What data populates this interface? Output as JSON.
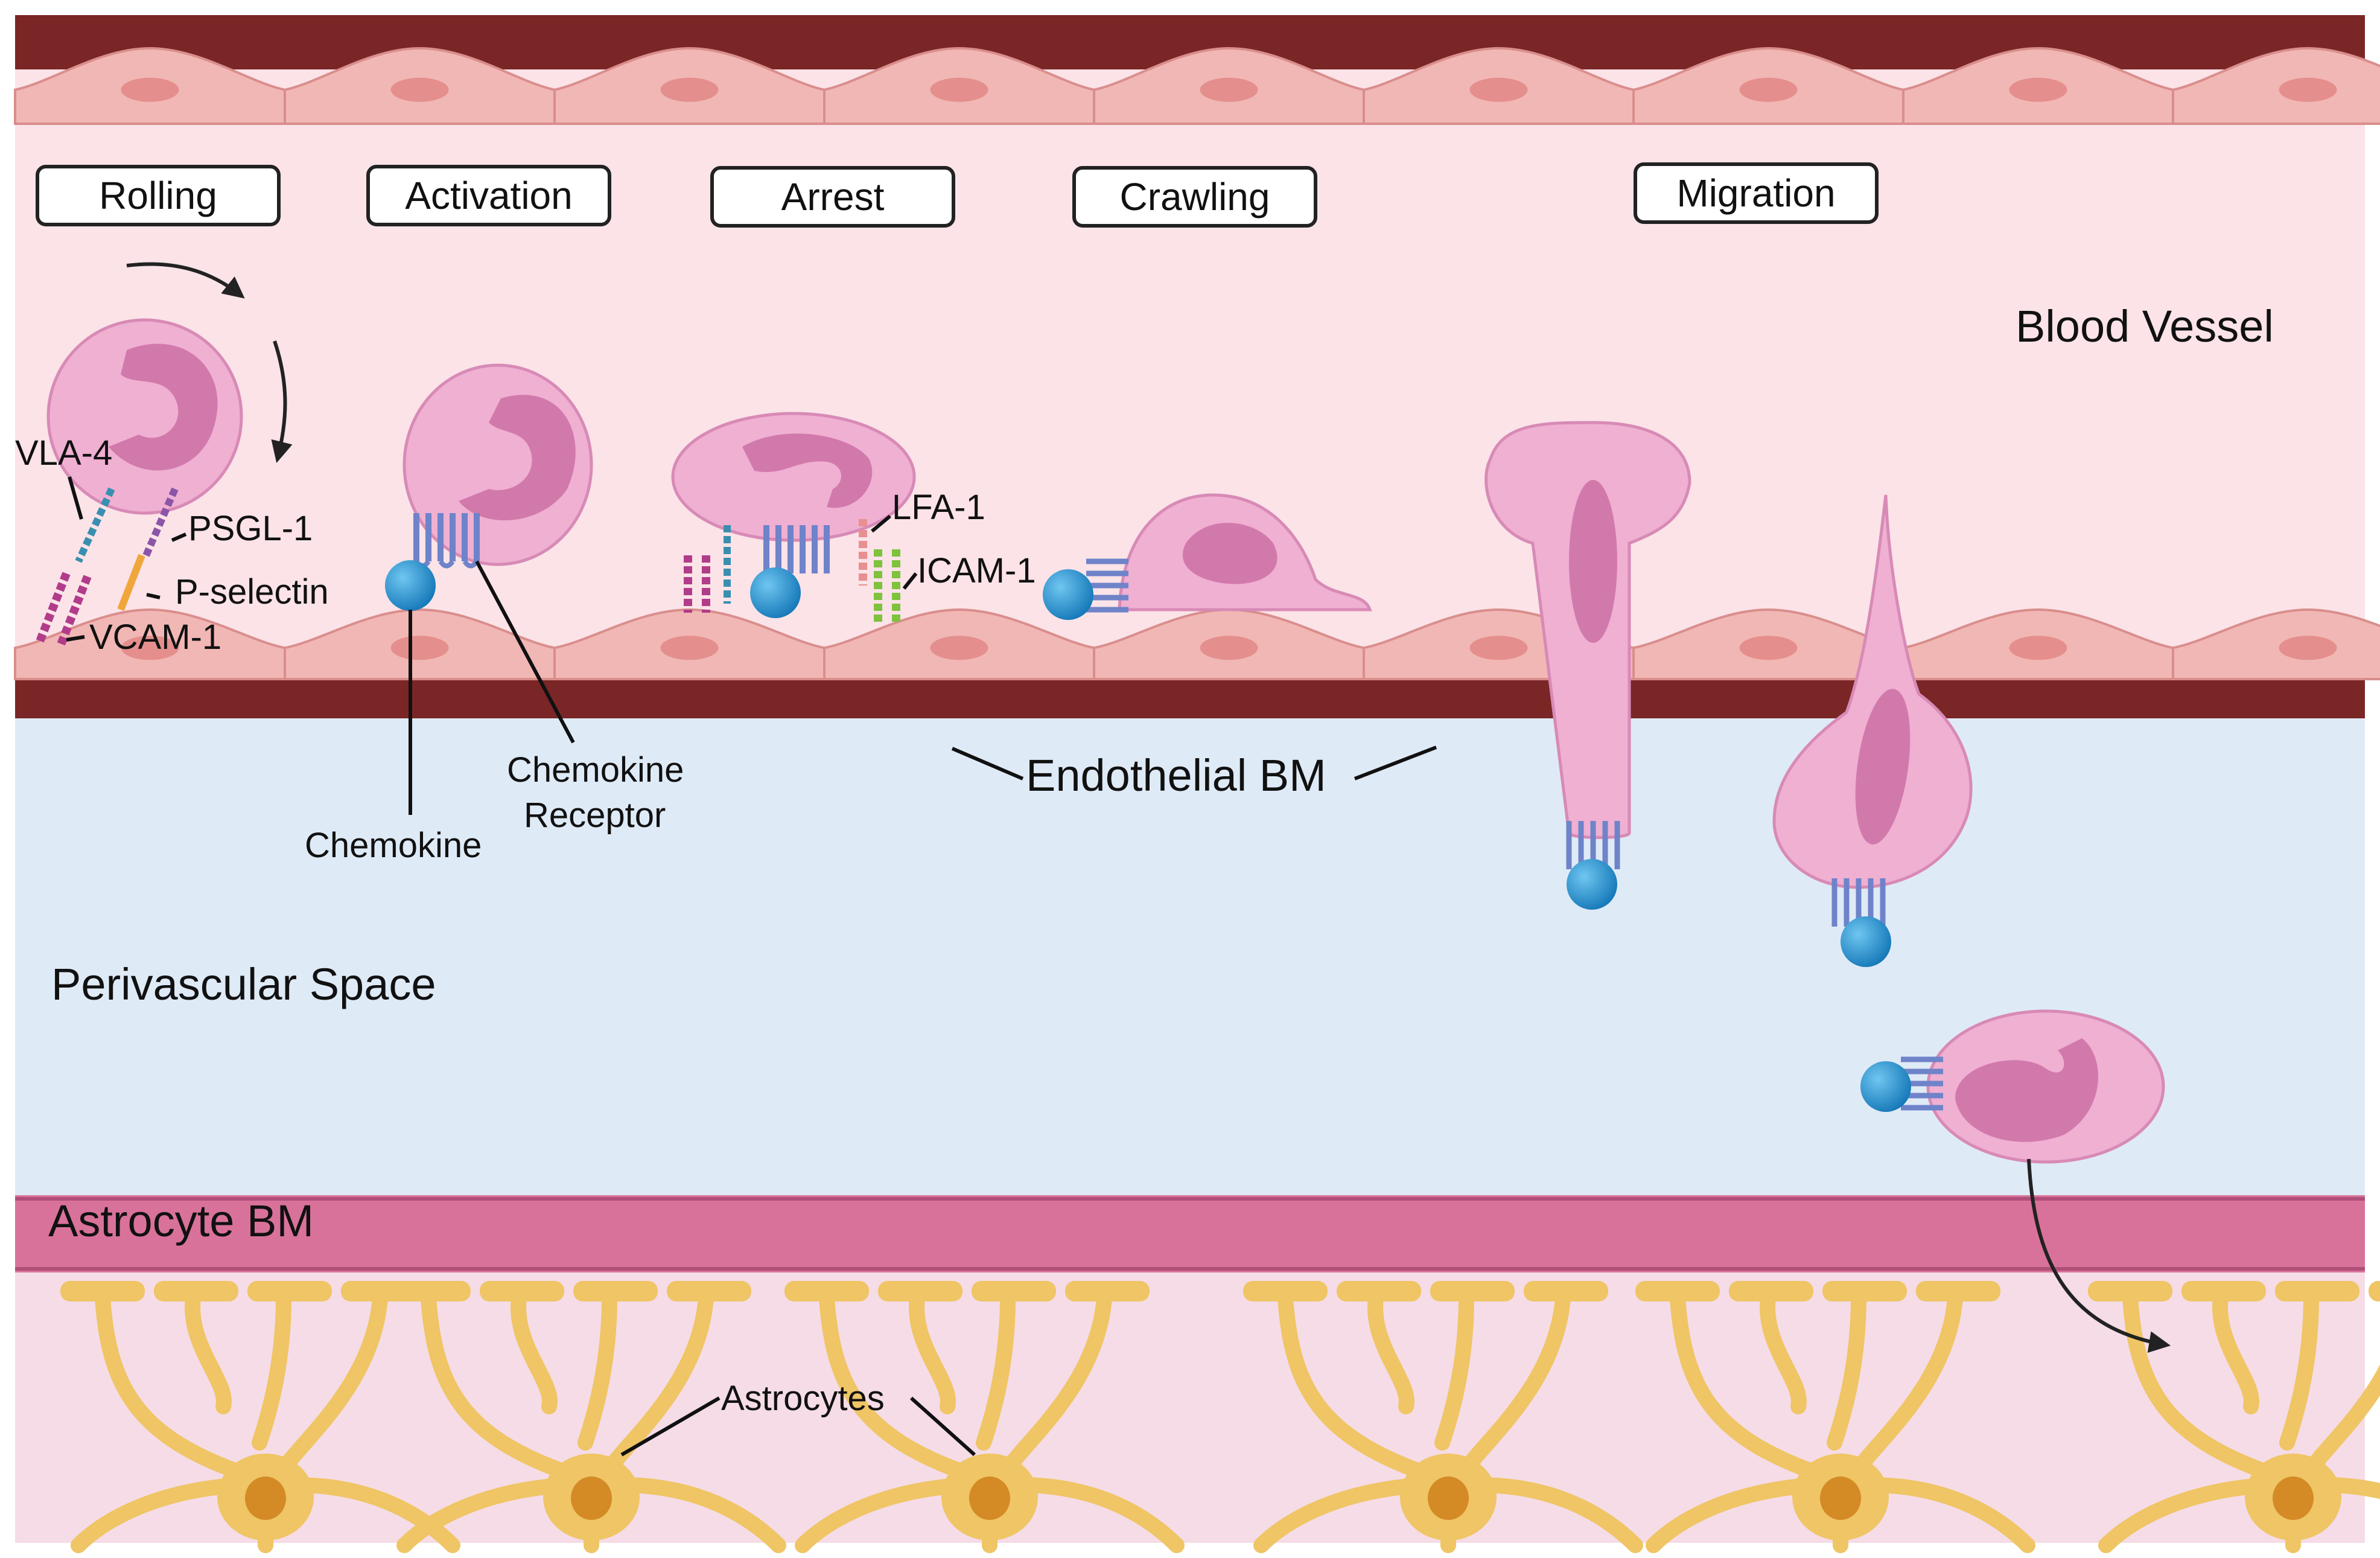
{
  "stages": [
    "Rolling",
    "Activation",
    "Arrest",
    "Crawling",
    "Migration"
  ],
  "regions": {
    "blood_vessel": "Blood Vessel",
    "endothelial_bm": "Endothelial BM",
    "perivascular": "Perivascular Space",
    "astrocyte_bm": "Astrocyte BM",
    "astrocytes": "Astrocytes"
  },
  "molecules": {
    "vla4": "VLA-4",
    "psgl1": "PSGL-1",
    "pselectin": "P-selectin",
    "vcam1": "VCAM-1",
    "lfa1": "LFA-1",
    "icam1": "ICAM-1",
    "chemokine": "Chemokine",
    "chemokine_receptor_line1": "Chemokine",
    "chemokine_receptor_line2": "Receptor"
  },
  "colors": {
    "vessel_wall": "#7a2626",
    "endothelial_cell": "#f1b7b5",
    "endothelial_nucleus": "#e48f8d",
    "lumen": "#fbe3e8",
    "perivascular": "#dfeaf7",
    "astrocyte_bm": "#d9729a",
    "brain_bg": "#f5dce6",
    "astrocyte": "#efc565",
    "astrocyte_nucleus": "#d48a25",
    "leukocyte": "#efb0d2",
    "leukocyte_nucleus": "#d279ac",
    "chemokine": "#1f8fd0",
    "receptor": "#6f83c9",
    "vla4": "#3a8fb0",
    "psgl1": "#8b55a8",
    "pselectin": "#f0a63a",
    "vcam1": "#b13c8a",
    "lfa1": "#e89090",
    "icam1": "#7fc23c"
  }
}
